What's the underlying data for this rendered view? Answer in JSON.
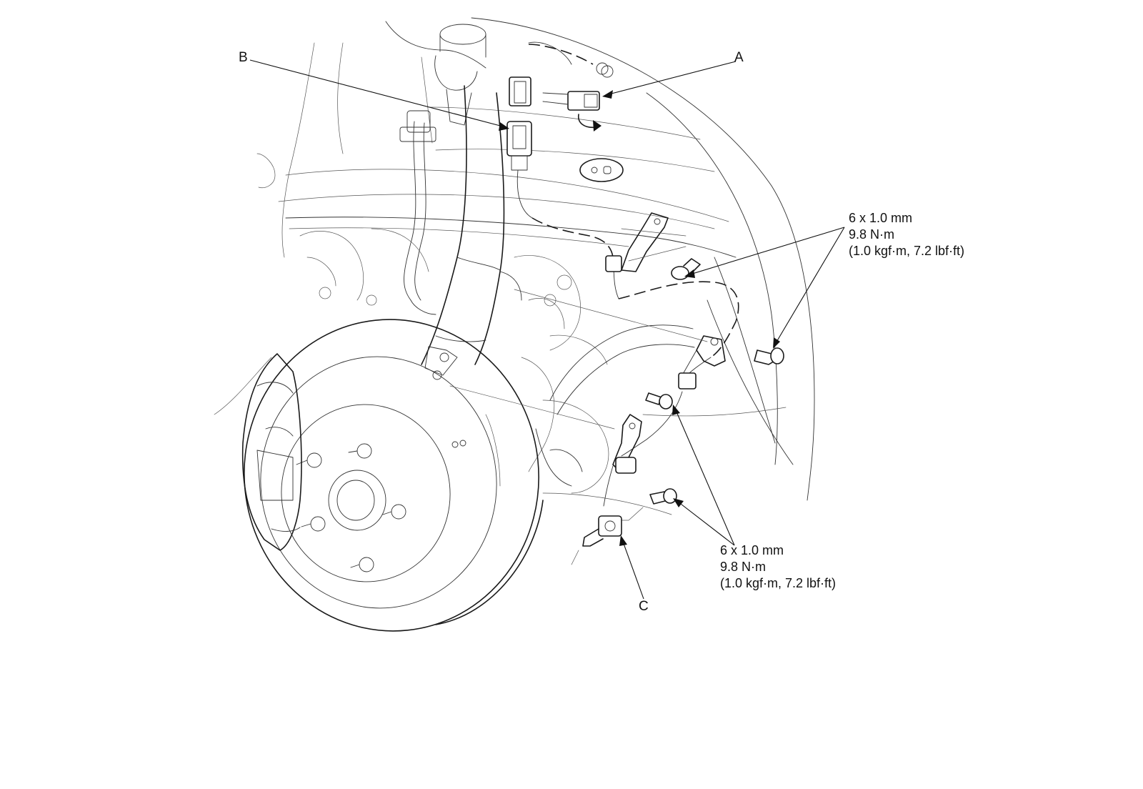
{
  "labels": {
    "a": "A",
    "b": "B",
    "c": "C"
  },
  "torque_specs": [
    {
      "size": "6 x 1.0 mm",
      "torque": "9.8 N·m",
      "alt": "(1.0 kgf·m, 7.2 lbf·ft)"
    },
    {
      "size": "6 x 1.0 mm",
      "torque": "9.8 N·m",
      "alt": "(1.0 kgf·m, 7.2 lbf·ft)"
    }
  ]
}
